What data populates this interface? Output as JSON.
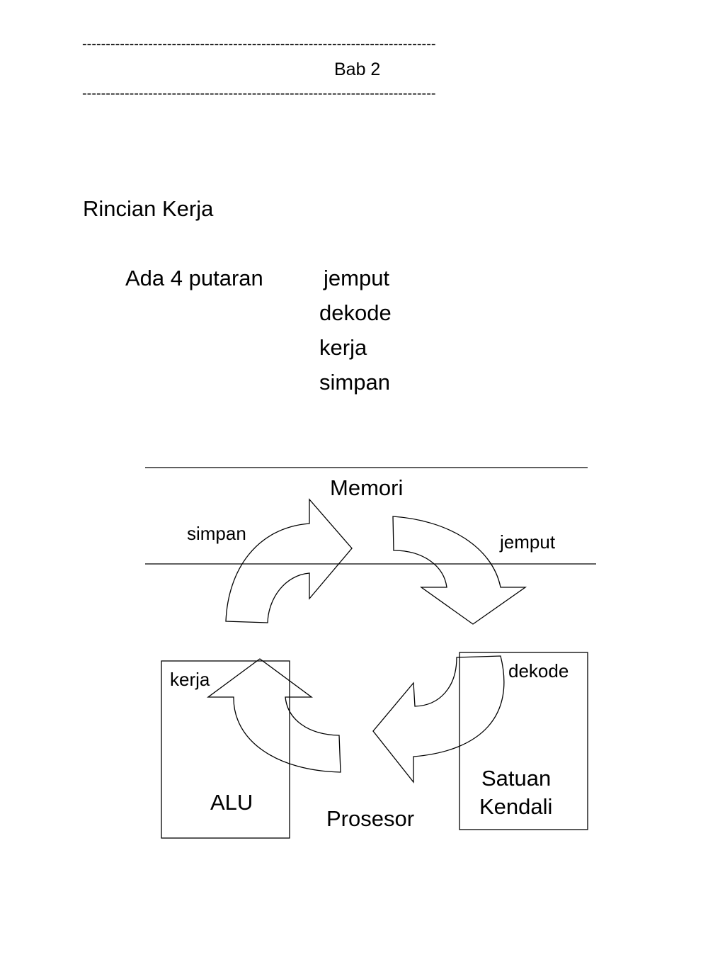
{
  "header": {
    "rule_top": "---------------------------------------------------------------------------",
    "chapter": "Bab 2",
    "rule_bottom": "---------------------------------------------------------------------------"
  },
  "section": {
    "title": "Rincian Kerja",
    "intro": "Ada 4 putaran",
    "steps": [
      "jemput",
      "dekode",
      "kerja",
      "simpan"
    ]
  },
  "diagram": {
    "memory_label": "Memori",
    "processor_label": "Prosesor",
    "alu_label": "ALU",
    "control_unit_label": [
      "Satuan",
      "Kendali"
    ],
    "arrow_labels": {
      "store": "simpan",
      "fetch": "jemput",
      "decode": "dekode",
      "execute": "kerja"
    }
  }
}
